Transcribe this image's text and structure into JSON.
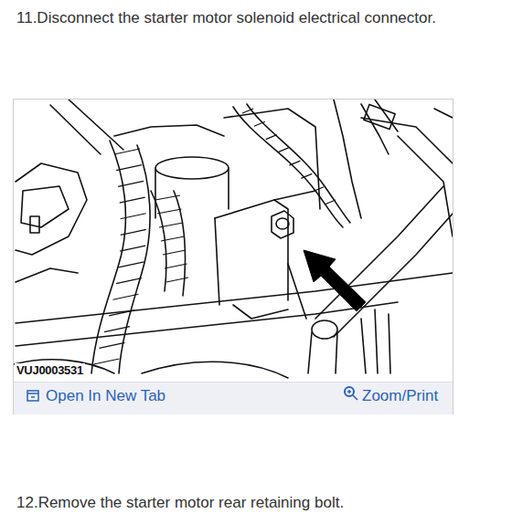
{
  "diagram": {
    "labels": [
      "11.Disconnect the starter motor solenoid electrical connector.",
      "VUJ0003531",
      "Open In New Tab",
      "Zoom/Print",
      "12.Remove the starter motor rear retaining bolt."
    ]
  }
}
